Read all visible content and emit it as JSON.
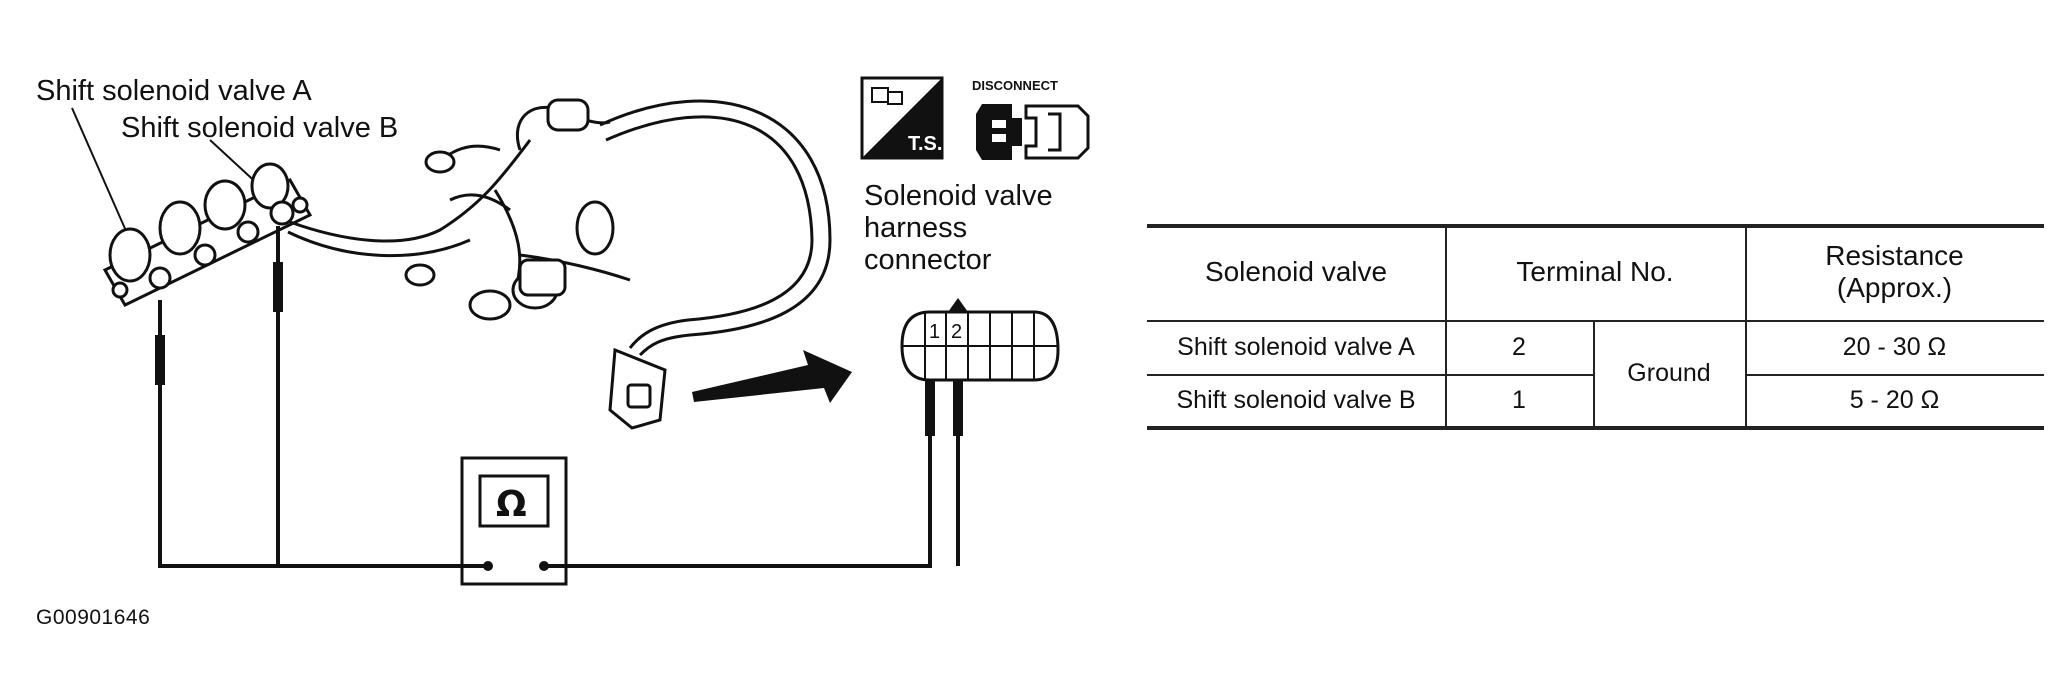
{
  "labels": {
    "valve_a": "Shift solenoid valve A",
    "valve_b": "Shift solenoid valve B",
    "connector_line1": "Solenoid valve",
    "connector_line2": "harness",
    "connector_line3": "connector",
    "figure_id": "G00901646"
  },
  "icons": {
    "ts": "T.S.",
    "disconnect": "DISCONNECT",
    "meter_symbol": "Ω"
  },
  "connector_pins": [
    "1",
    "2"
  ],
  "table": {
    "headers": {
      "solenoid": "Solenoid valve",
      "terminal": "Terminal No.",
      "resistance_line1": "Resistance",
      "resistance_line2": "(Approx.)"
    },
    "rows": [
      {
        "valve": "Shift solenoid valve A",
        "terminal": "2",
        "resistance": "20 - 30 Ω"
      },
      {
        "valve": "Shift solenoid valve B",
        "terminal": "1",
        "resistance": "5 - 20  Ω"
      }
    ],
    "shared_terminal": "Ground"
  }
}
